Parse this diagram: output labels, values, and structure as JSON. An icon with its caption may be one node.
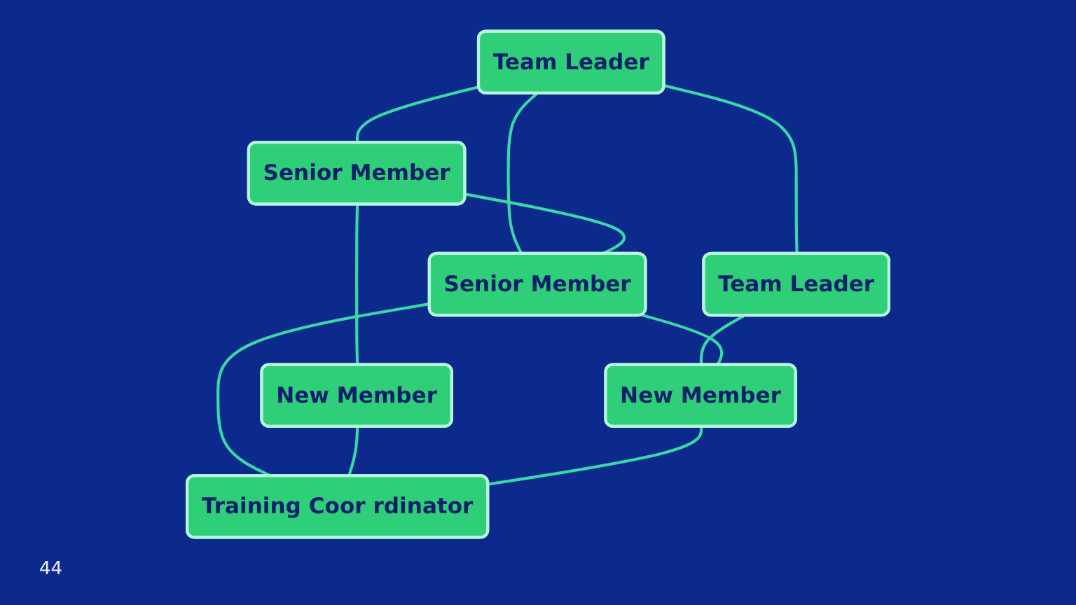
{
  "diagram": {
    "nodes": [
      {
        "text": [
          "Team Leader"
        ]
      },
      {
        "text": [
          "Senior Member"
        ]
      },
      {
        "text": [
          "Team Leader"
        ]
      },
      {
        "text": [
          "Senior Member"
        ]
      },
      {
        "text": [
          "New Member"
        ]
      },
      {
        "text": [
          "New Member"
        ]
      },
      {
        "text": [
          "Training Coor rdinator"
        ]
      }
    ],
    "edges": [
      {
        "from": 0,
        "to": 1,
        "arrow": "none"
      },
      {
        "from": 0,
        "to": 2,
        "arrow": "none"
      },
      {
        "from": 0,
        "to": 3,
        "arrow": "none"
      },
      {
        "from": 1,
        "to": 3,
        "arrow": "none"
      },
      {
        "from": 1,
        "to": 4,
        "arrow": "none"
      },
      {
        "from": 2,
        "to": 5,
        "arrow": "none"
      },
      {
        "from": 3,
        "to": 5,
        "arrow": "none"
      },
      {
        "from": 3,
        "to": 6,
        "arrow": "none"
      },
      {
        "from": 4,
        "to": 6,
        "arrow": "none"
      },
      {
        "from": 5,
        "to": 6,
        "arrow": "none"
      }
    ],
    "labels": [
      "44"
    ]
  }
}
